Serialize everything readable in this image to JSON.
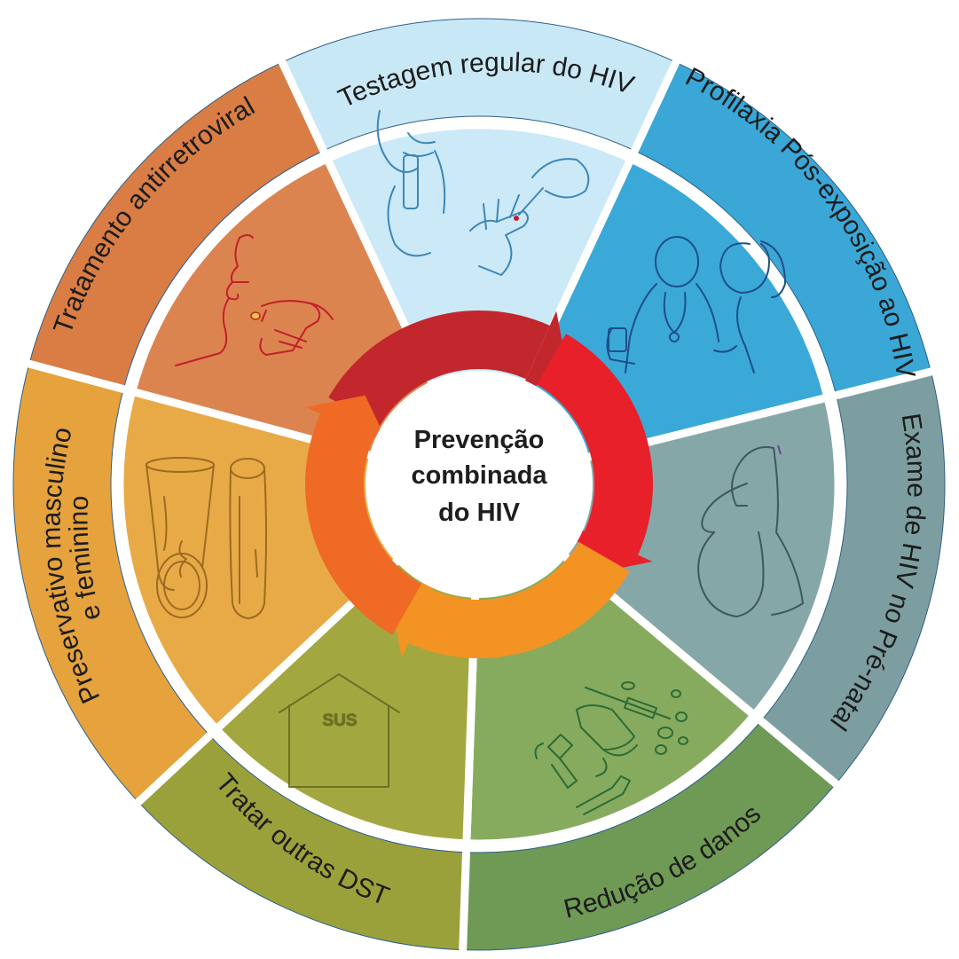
{
  "center": {
    "title_lines": [
      "Prevenção",
      "combinada",
      "do HIV"
    ]
  },
  "segments": [
    {
      "id": "testagem",
      "label": "Testagem regular do HIV",
      "outer_color": "#c9e8f6",
      "inner_color": "#cbe9f7",
      "icon_color": "#3d86b8",
      "icon": "saliva-and-finger-prick-test-icon"
    },
    {
      "id": "pep",
      "label": "Profilaxia Pós-exposição ao HIV",
      "outer_color": "#3aa7d6",
      "inner_color": "#3ba9d8",
      "icon_color": "#1d4f8a",
      "icon": "doctor-and-patient-icon"
    },
    {
      "id": "pre-natal",
      "label": "Exame de HIV no Pré-natal",
      "outer_color": "#7d9ea0",
      "inner_color": "#86a7a8",
      "icon_color": "#3a5a5c",
      "icon": "pregnant-woman-icon"
    },
    {
      "id": "reducao",
      "label": "Redução de danos",
      "outer_color": "#6f9a55",
      "inner_color": "#86ab5f",
      "icon_color": "#2c6b35",
      "icon": "harm-reduction-kit-icon"
    },
    {
      "id": "dst",
      "label": "Tratar outras DST",
      "outer_color": "#9ba13a",
      "inner_color": "#a3a740",
      "icon_color": "#6c7123",
      "icon": "health-center-house-icon",
      "icon_text": "SUS"
    },
    {
      "id": "preservativo",
      "label_lines": [
        "Preservativo masculino",
        "e feminino"
      ],
      "outer_color": "#e5a23d",
      "inner_color": "#e8aa47",
      "icon_color": "#9c6b22",
      "icon": "condoms-icon"
    },
    {
      "id": "tratamento",
      "label": "Tratamento antirretroviral",
      "outer_color": "#d97d45",
      "inner_color": "#dc8450",
      "icon_color": "#c21f2a",
      "icon": "person-taking-pill-icon"
    }
  ],
  "cycle_colors": [
    "#c1272d",
    "#e8202a",
    "#f39323",
    "#ef6a25"
  ]
}
